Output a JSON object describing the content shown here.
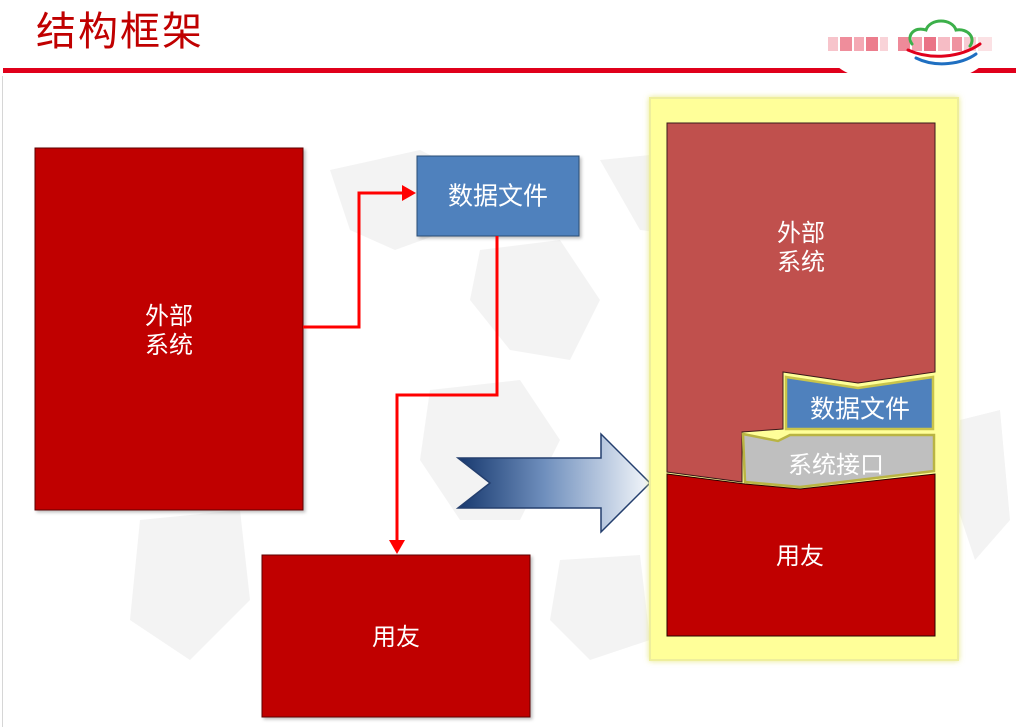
{
  "slide": {
    "title": "结构框架"
  },
  "left_diagram": {
    "external_system": {
      "line1": "外部",
      "line2": "系统"
    },
    "data_file": "数据文件",
    "yonyou": "用友"
  },
  "right_diagram": {
    "external_system": {
      "line1": "外部",
      "line2": "系统"
    },
    "data_file": "数据文件",
    "system_interface": "系统接口",
    "yonyou": "用友"
  },
  "colors": {
    "title_red": "#c00000",
    "header_rule_red": "#e0001b",
    "box_red": "#c00000",
    "box_light_red": "#c0504d",
    "box_blue": "#4f81bd",
    "box_gray": "#bfbfbf",
    "panel_yellow": "#ffff99",
    "connector_red": "#ff0000",
    "arrow_dark_blue": "#17386e",
    "arrow_light": "#f4f7fb"
  },
  "icons": {
    "logo": "cloud-logo-icon",
    "flow_arrow": "block-arrow-right-icon",
    "connector_arrow": "arrowhead-icon"
  }
}
